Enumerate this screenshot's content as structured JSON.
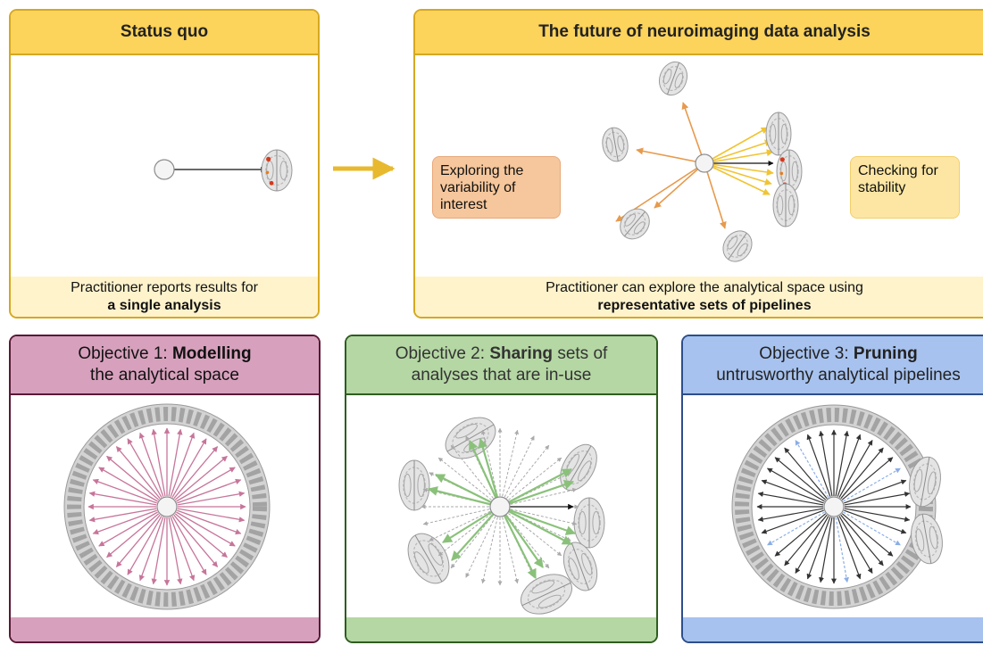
{
  "status_quo": {
    "title": "Status quo",
    "footer_line1": "Practitioner reports results for",
    "footer_line2": "a single analysis"
  },
  "future": {
    "title": "The future of neuroimaging data analysis",
    "callout_left": "Exploring the variability of interest",
    "callout_right": "Checking for stability",
    "footer_line1": "Practitioner can explore the analytical space using",
    "footer_line2": "representative sets of pipelines"
  },
  "objectives": [
    {
      "prefix": "Objective 1: ",
      "keyword": "Modelling",
      "line2": "the analytical space"
    },
    {
      "prefix": "Objective 2: ",
      "keyword": "Sharing",
      "suffix": " sets of",
      "line2": "analyses that are in-use"
    },
    {
      "prefix": "Objective 3: ",
      "keyword": "Pruning",
      "line2": "untrusworthy analytical pipelines"
    }
  ],
  "colors": {
    "yellow_border": "#d6a820",
    "yellow_header": "#fcd35b",
    "transition_arrow": "#e8b92e",
    "future_arrow_orange": "#e79a4c",
    "future_arrow_yellow": "#f0c433",
    "objective1_arrow": "#c7759a",
    "objective2_arrow": "#8ac17a",
    "objective3_arrow": "#333333",
    "objective3_pruned": "#8aaee6",
    "brain": "#c9c9c9"
  }
}
